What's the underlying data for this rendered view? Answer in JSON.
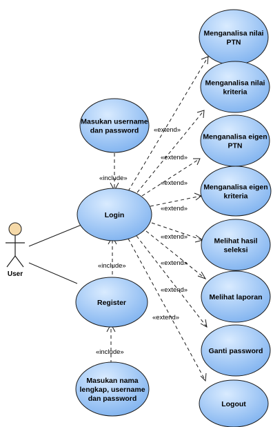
{
  "actor": {
    "label": "User"
  },
  "use_cases": {
    "menganalisa_nilai_ptn": [
      "Menganalisa nilai",
      "PTN"
    ],
    "menganalisa_nilai_kriteria": [
      "Menganalisa nilai",
      "kriteria"
    ],
    "menganalisa_eigen_ptn": [
      "Menganalisa eigen",
      "PTN"
    ],
    "menganalisa_eigen_kriteria": [
      "Menganalisa eigen",
      "kriteria"
    ],
    "melihat_hasil_seleksi": [
      "Melihat hasil",
      "seleksi"
    ],
    "melihat_laporan": [
      "Melihat laporan"
    ],
    "ganti_password": [
      "Ganti password"
    ],
    "logout": [
      "Logout"
    ],
    "masukan_username": [
      "Masukan username",
      "dan password"
    ],
    "login": [
      "Login"
    ],
    "register": [
      "Register"
    ],
    "masukan_nama": [
      "Masukan nama",
      "lengkap, username",
      "dan password"
    ]
  },
  "stereotypes": {
    "extend": "«extend»",
    "include": "«include»"
  },
  "colors": {
    "usecase_light": "#d9ebff",
    "usecase_dark": "#7fb2ef",
    "actor_head": "#f5d9a8"
  }
}
